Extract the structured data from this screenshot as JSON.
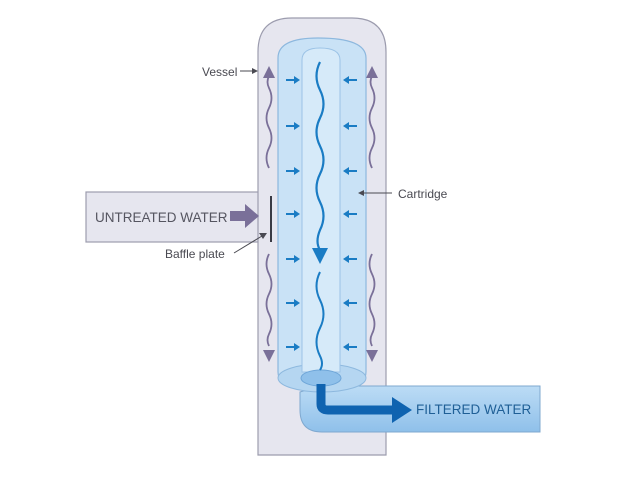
{
  "labels": {
    "vessel": "Vessel",
    "cartridge": "Cartridge",
    "baffle_plate": "Baffle plate",
    "untreated_water": "UNTREATED WATER",
    "filtered_water": "FILTERED WATER"
  },
  "colors": {
    "vessel_fill": "#e6e6ef",
    "vessel_stroke": "#9c9cae",
    "cartridge_fill": "#c9e2f6",
    "core_fill": "#bcdcf5",
    "flow_arrow": "#1a7cc4",
    "outlet_arrow": "#0f63b0",
    "circulation_arrow": "#7a7099",
    "inlet_arrow": "#7a7099",
    "outlet_pipe": "#a7cdef"
  }
}
